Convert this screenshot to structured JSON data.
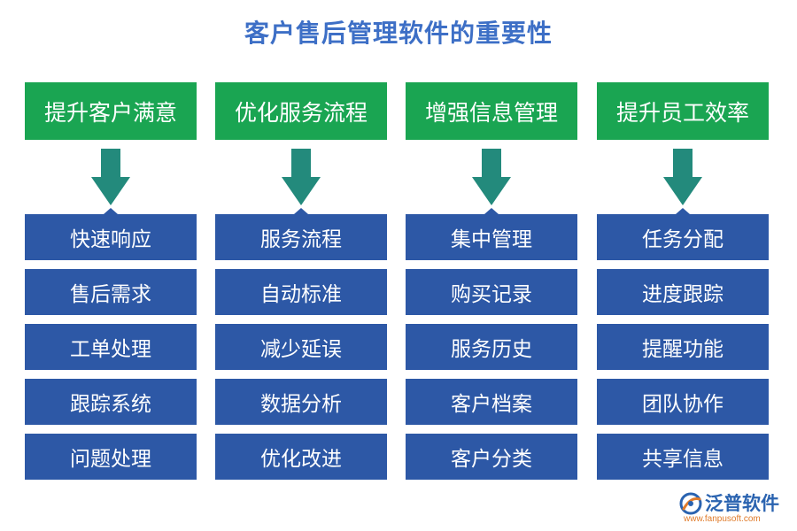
{
  "title": "客户售后管理软件的重要性",
  "columns": [
    {
      "header": "提升客户满意",
      "items": [
        "快速响应",
        "售后需求",
        "工单处理",
        "跟踪系统",
        "问题处理"
      ]
    },
    {
      "header": "优化服务流程",
      "items": [
        "服务流程",
        "自动标准",
        "减少延误",
        "数据分析",
        "优化改进"
      ]
    },
    {
      "header": "增强信息管理",
      "items": [
        "集中管理",
        "购买记录",
        "服务历史",
        "客户档案",
        "客户分类"
      ]
    },
    {
      "header": "提升员工效率",
      "items": [
        "任务分配",
        "进度跟踪",
        "提醒功能",
        "团队协作",
        "共享信息"
      ]
    }
  ],
  "logo": {
    "name": "泛普软件",
    "url": "www.fanpusoft.com"
  },
  "colors": {
    "title": "#3d6fc6",
    "header_fill": "#1aa552",
    "arrow_fill": "#238a7c",
    "item_fill": "#2d58a6"
  }
}
